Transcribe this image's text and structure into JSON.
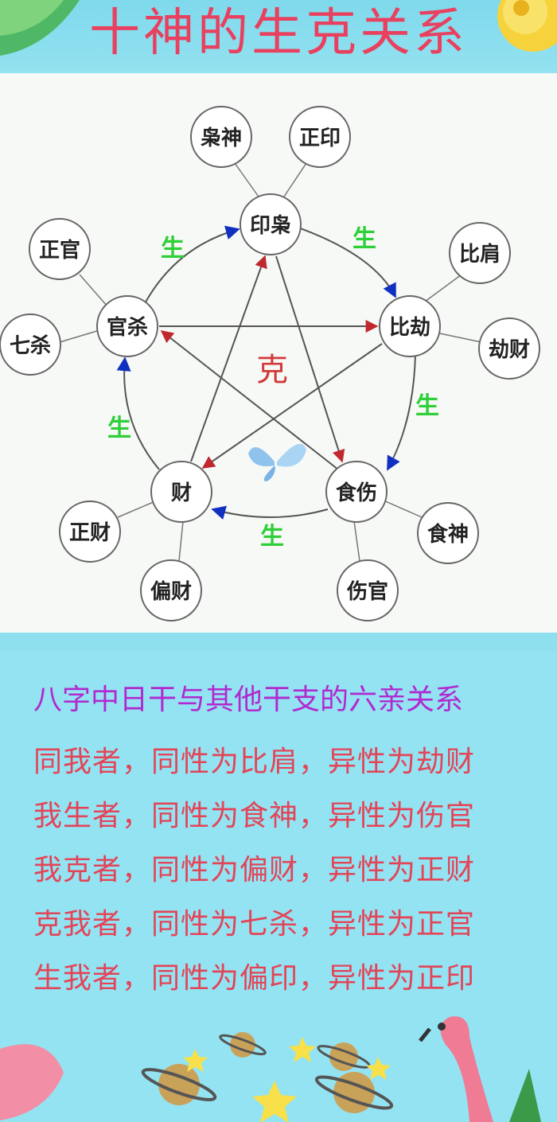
{
  "title": "十神的生克关系",
  "diagram": {
    "center_label": "克",
    "sheng_label": "生",
    "main_nodes": {
      "yin": "印枭",
      "bi": "比劫",
      "shi": "食伤",
      "cai": "财",
      "guan": "官杀"
    },
    "sub_nodes": {
      "xiaoshen": "枭神",
      "zhengyin": "正印",
      "bijian": "比肩",
      "jiecai": "劫财",
      "shishen": "食神",
      "shangguan": "伤官",
      "piancai": "偏财",
      "zhengcai": "正财",
      "qisha": "七杀",
      "zhengguan": "正官"
    }
  },
  "subtitle": "八字中日干与其他干支的六亲关系",
  "rules": [
    "同我者，同性为比肩，异性为劫财",
    "我生者，同性为食神，异性为伤官",
    "我克者，同性为偏财，异性为正财",
    "克我者，同性为七杀，异性为正官",
    "生我者，同性为偏印，异性为正印"
  ],
  "colors": {
    "title": "#e8405e",
    "subtitle": "#b02ad0",
    "rules": "#e34457",
    "sheng": "#2fcf3a",
    "ke": "#d23a3a",
    "arrow_blue": "#1030c0"
  }
}
